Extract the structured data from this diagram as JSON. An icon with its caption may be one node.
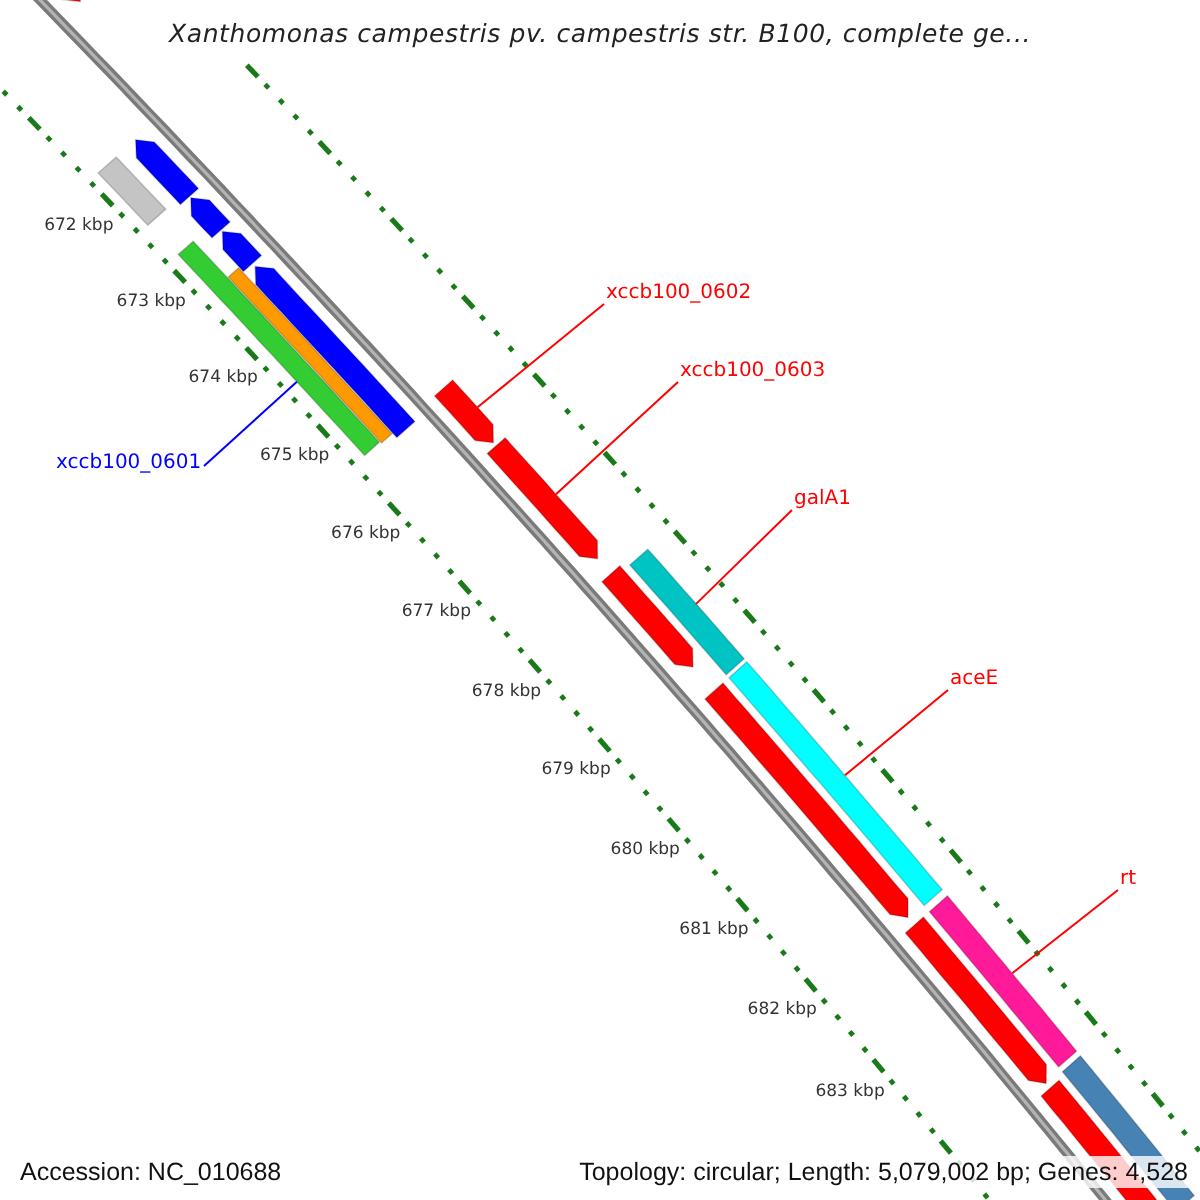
{
  "diagram": {
    "title": "Xanthomonas campestris pv. campestris str. B100, complete ge...",
    "nodes": [
      {
        "text": [],
        "shape": "bar"
      },
      {
        "text": [],
        "shape": "bar"
      },
      {
        "text": [],
        "shape": "bar"
      },
      {
        "text": [],
        "shape": "bar"
      },
      {
        "text": [],
        "shape": "bar"
      },
      {
        "text": [],
        "shape": "bar"
      },
      {
        "text": [],
        "shape": "bar"
      },
      {
        "text": [],
        "shape": "bar"
      },
      {
        "text": [
          "xccb100_0602"
        ]
      },
      {
        "text": [
          "xccb100_0603"
        ]
      },
      {
        "text": [],
        "shape": "bar"
      },
      {
        "text": [],
        "shape": "bar"
      },
      {
        "text": [
          "xccb100_0601"
        ]
      },
      {
        "text": [
          "galA1"
        ]
      },
      {
        "text": [],
        "shape": "bar"
      },
      {
        "text": [],
        "shape": "bar"
      },
      {
        "text": [
          "aceE"
        ]
      },
      {
        "text": [],
        "shape": "bar"
      },
      {
        "text": [],
        "shape": "bar"
      },
      {
        "text": [
          "rt"
        ]
      },
      {
        "text": [],
        "shape": "bar"
      },
      {
        "text": [],
        "shape": "bar"
      },
      {
        "text": [],
        "shape": "bar"
      },
      {
        "text": [],
        "shape": "bar"
      }
    ],
    "edges": [
      {
        "from": 12,
        "to": 6,
        "arrow": "none",
        "color": "#0000ff"
      },
      {
        "from": 8,
        "to": 10,
        "arrow": "none"
      },
      {
        "from": 9,
        "to": 11,
        "arrow": "none"
      },
      {
        "from": 13,
        "to": 14,
        "arrow": "none"
      },
      {
        "from": 16,
        "to": 17,
        "arrow": "none"
      },
      {
        "from": 19,
        "to": 20,
        "arrow": "none"
      }
    ],
    "labels": [
      "672 kbp",
      "673 kbp",
      "674 kbp",
      "675 kbp",
      "676 kbp",
      "677 kbp",
      "678 kbp",
      "679 kbp",
      "680 kbp",
      "681 kbp",
      "682 kbp",
      "683 kbp",
      "Accession: NC_010688",
      "Topology: circular; Length: 5,079,002 bp; Genes: 4,528"
    ]
  }
}
